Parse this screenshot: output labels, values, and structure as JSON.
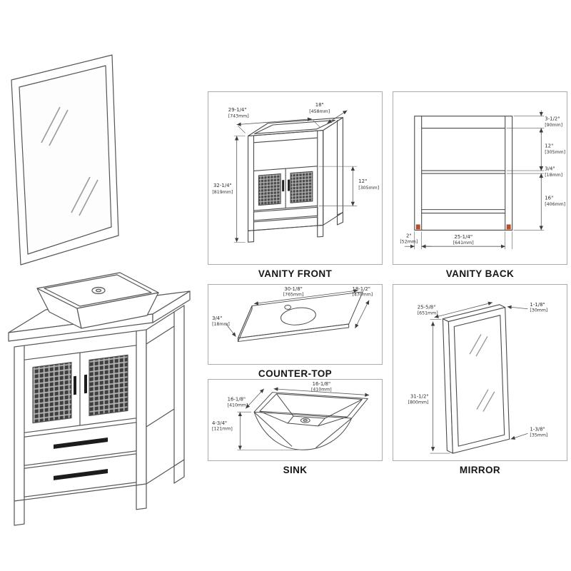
{
  "colors": {
    "line": "#4a4a4a",
    "border": "#ababab",
    "foot_accent": "#b5502a"
  },
  "panels": {
    "vanity_front": {
      "title": "VANITY FRONT",
      "width": "29-1/4\"",
      "width_mm": "[743mm]",
      "depth": "18\"",
      "depth_mm": "[458mm]",
      "height": "32-1/4\"",
      "height_mm": "[819mm]",
      "door_height": "12\"",
      "door_height_mm": "[305mm]"
    },
    "vanity_back": {
      "title": "VANITY BACK",
      "top_rail": "3-1/2\"",
      "top_rail_mm": "[90mm]",
      "upper_gap": "12\"",
      "upper_gap_mm": "[305mm]",
      "mid_rail": "3/4\"",
      "mid_rail_mm": "[18mm]",
      "lower_gap": "16\"",
      "lower_gap_mm": "[406mm]",
      "leg_width": "2\"",
      "leg_width_mm": "[52mm]",
      "inner_span": "25-1/4\"",
      "inner_span_mm": "[641mm]"
    },
    "counter_top": {
      "title": "COUNTER-TOP",
      "width": "30-1/8\"",
      "width_mm": "[765mm]",
      "depth": "18-1/2\"",
      "depth_mm": "[470mm]",
      "thickness": "3/4\"",
      "thickness_mm": "[18mm]"
    },
    "sink": {
      "title": "SINK",
      "width": "16-1/8\"",
      "width_mm": "[410mm]",
      "depth": "16-1/8\"",
      "depth_mm": "[410mm]",
      "height": "4-3/4\"",
      "height_mm": "[121mm]"
    },
    "mirror": {
      "title": "MIRROR",
      "top_thickness": "1-1/8\"",
      "top_thickness_mm": "[30mm]",
      "width": "25-5/8\"",
      "width_mm": "[651mm]",
      "height": "31-1/2\"",
      "height_mm": "[800mm]",
      "frame_thickness": "1-3/8\"",
      "frame_thickness_mm": "[35mm]"
    }
  }
}
